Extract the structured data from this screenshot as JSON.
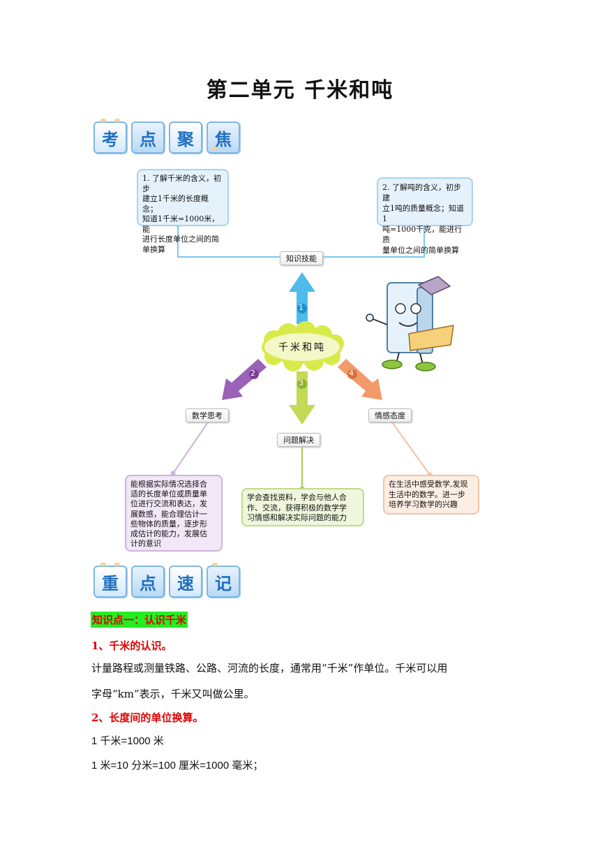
{
  "title": "第二单元 千米和吨",
  "banner1": {
    "chars": [
      "考",
      "点",
      "聚",
      "焦"
    ]
  },
  "banner2": {
    "chars": [
      "重",
      "点",
      "速",
      "记"
    ]
  },
  "mindmap": {
    "center": "千米和吨",
    "nodes": {
      "knowledge": "知识技能",
      "thinking": "数学思考",
      "problem": "问题解决",
      "emotion": "情感态度"
    },
    "arrow_numbers": [
      "1",
      "2",
      "3",
      "4"
    ],
    "boxes": {
      "box1": [
        "1. 了解千米的含义，初步",
        "建立1千米的长度概念；",
        "知道1千米=1000米，能",
        "进行长度单位之间的简",
        "单换算"
      ],
      "box2": [
        "2. 了解吨的含义，初步建",
        "立1吨的质量概念；知道1",
        "吨=1000千克，能进行质",
        "量单位之间的简单换算"
      ],
      "thinking": [
        "能根据实际情况选择合",
        "适的长度单位或质量单",
        "位进行交流和表达，发",
        "展数感，能合理估计一",
        "些物体的质量，逐步形",
        "成估计的能力，发展估",
        "计的意识"
      ],
      "problem": [
        "学会查找资料，学会与他人合",
        "作、交流，获得积极的数学学",
        "习情感和解决实际问题的能力"
      ],
      "emotion": [
        "在生活中感受数学,发现",
        "生活中的数学。进一步",
        "培养学习数学的兴趣"
      ]
    },
    "colors": {
      "blue": "#3fb3e8",
      "purple": "#9b62b8",
      "green": "#b7d34a",
      "orange": "#f39a6b"
    }
  },
  "notes": {
    "point1_title": "知识点一：认识千米",
    "h1": "1、千米的认识。",
    "p1_line1": "计量路程或测量铁路、公路、河流的长度，通常用“千米”作单位。千米可以用",
    "p1_line2": "字母“km”表示，千米又叫做公里。",
    "h2": "2、长度间的单位换算。",
    "line_a": "1 千米=1000 米",
    "line_b": "1 米=10 分米=100 厘米=1000 毫米；"
  }
}
